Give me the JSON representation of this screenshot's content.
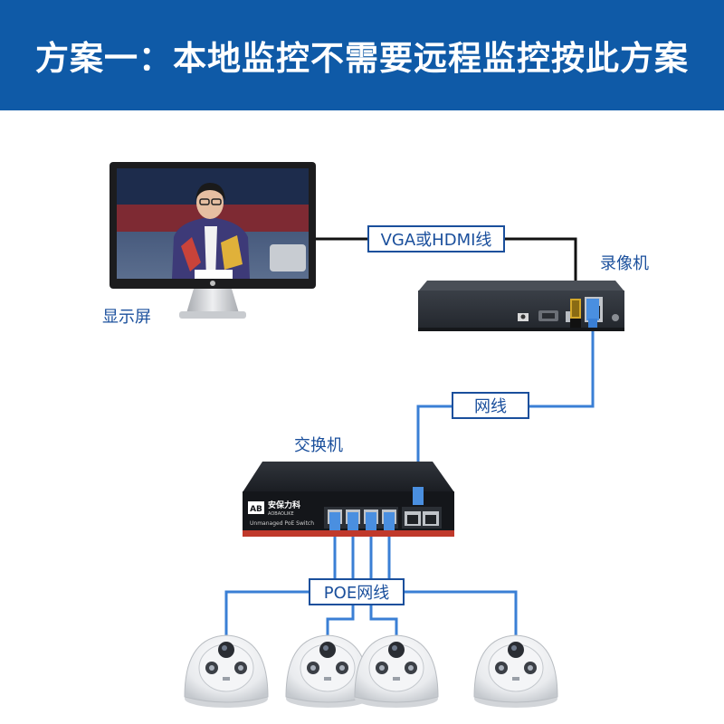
{
  "header": {
    "title": "方案一：本地监控不需要远程监控按此方案"
  },
  "devices": {
    "monitor": {
      "label": "显示屏"
    },
    "nvr": {
      "label": "录像机"
    },
    "switch": {
      "label": "交换机",
      "brand_cn": "安保力科",
      "brand_en": "AOBAOLIKE",
      "model": "Unmanaged PoE Switch"
    },
    "cameras": [
      {
        "name": "camera-1"
      },
      {
        "name": "camera-2"
      },
      {
        "name": "camera-3"
      },
      {
        "name": "camera-4"
      }
    ]
  },
  "cables": {
    "vga_hdmi": "VGA或HDMI线",
    "network": "网线",
    "poe": "POE网线"
  },
  "colors": {
    "header_bg": "#0f5aa7",
    "label_text": "#1a4f9c",
    "cable_blue": "#3a7fd5",
    "cable_black": "#111111",
    "tag_border": "#1a4f9c"
  }
}
